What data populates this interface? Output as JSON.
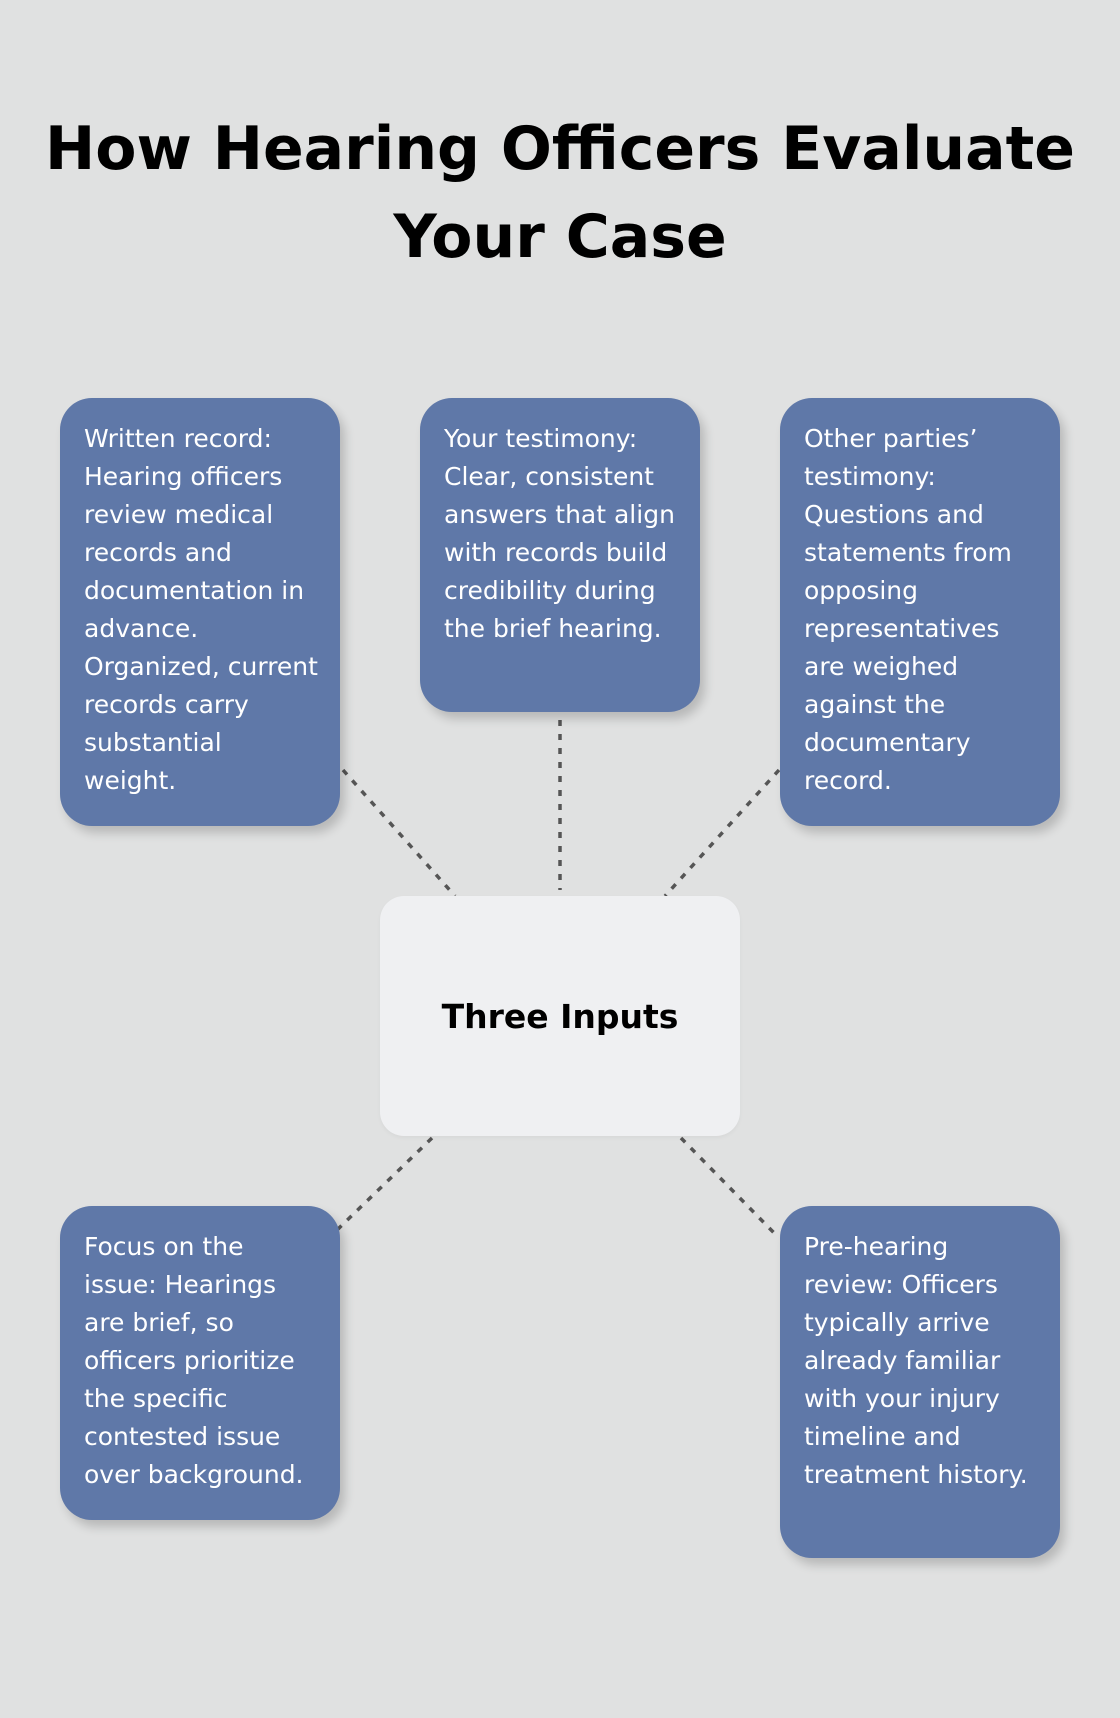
{
  "title": "How Hearing Officers Evaluate Your Case",
  "center": {
    "label": "Three Inputs"
  },
  "cards": [
    {
      "text": "Written record: Hearing officers review medical records and documentation in advance. Organized, current records carry substantial weight."
    },
    {
      "text": "Your testimony: Clear, consistent answers that align with records build credibility during the brief hearing."
    },
    {
      "text": "Other parties’ testimony: Questions and statements from opposing representatives are weighed against the documentary record."
    },
    {
      "text": "Focus on the issue: Hearings are brief, so officers prioritize the specific contested issue over background."
    },
    {
      "text": "Pre-hearing review: Officers typically arrive already familiar with your injury timeline and treatment history."
    }
  ],
  "colors": {
    "background": "#e0e1e1",
    "card": "#5f78a8",
    "center": "#eff0f2",
    "connector": "#555555"
  }
}
